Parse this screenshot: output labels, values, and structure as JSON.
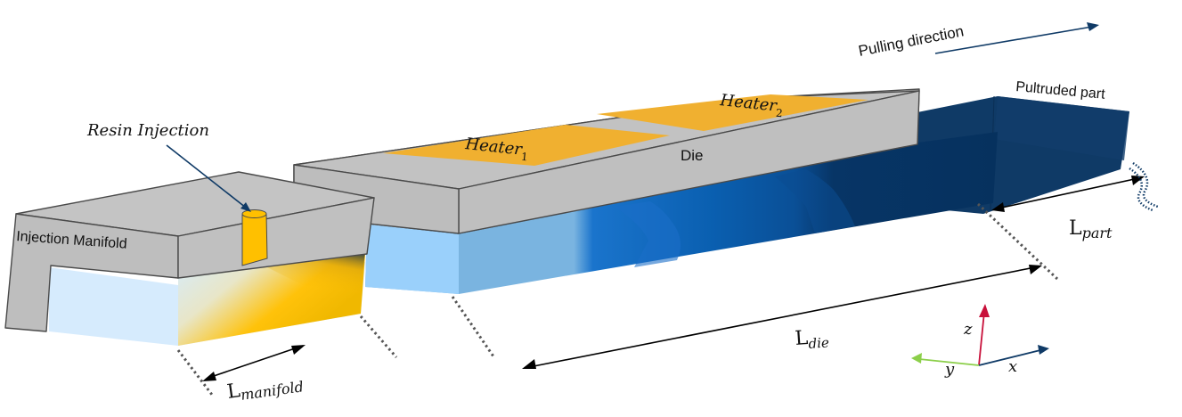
{
  "diagram": {
    "title_annotation": "Pulling direction",
    "labels": {
      "resin_injection": "Resin Injection",
      "injection_manifold": "Injection Manifold",
      "die": "Die",
      "heater1_base": "Heater",
      "heater1_sub": "1",
      "heater2_base": "Heater",
      "heater2_sub": "2",
      "pultruded_part": "Pultruded part"
    },
    "dimensions": {
      "manifold": {
        "base": "L",
        "sub": "manifold"
      },
      "die": {
        "base": "L",
        "sub": "die"
      },
      "part": {
        "base": "L",
        "sub": "part"
      }
    },
    "axes": {
      "x": "x",
      "y": "y",
      "z": "z"
    },
    "colors": {
      "steel_gray": "#c0c0c0",
      "heater_orange": "#f0b030",
      "resin_yellow": "#ffc000",
      "light_blue": "#d4ebfd",
      "mid_blue": "#7ab4e0",
      "blue": "#1a6ec8",
      "dark_blue": "#0c3a6a",
      "navy": "#0f3560",
      "axis_x": "#0f3a66",
      "axis_y": "#8ccf4a",
      "axis_z": "#c8103a"
    }
  }
}
